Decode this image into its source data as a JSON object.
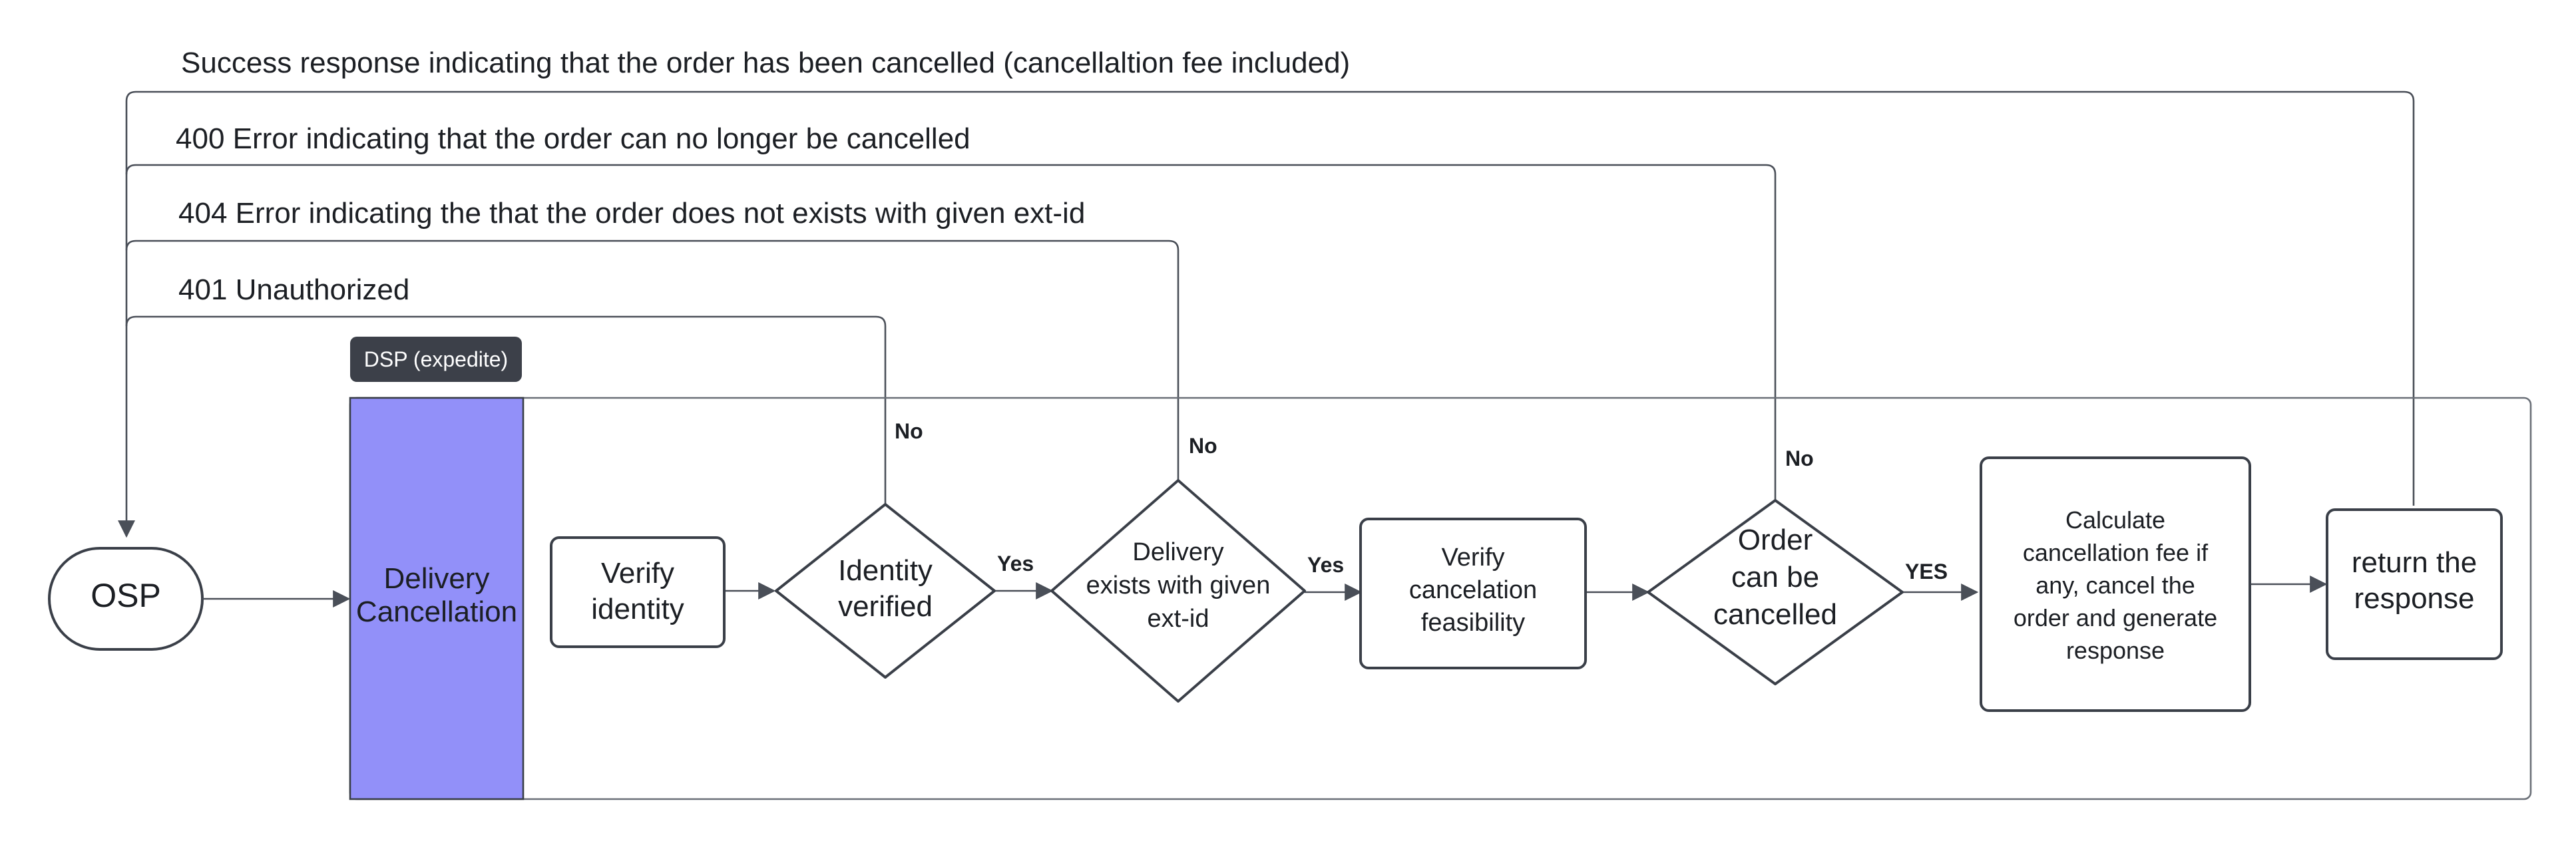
{
  "responses": {
    "success": "Success response indicating that the order has been cancelled (cancellaltion fee included)",
    "error_400": "400 Error indicating that the order can no longer be cancelled",
    "error_404": "404 Error indicating the that the order does not exists with given ext-id",
    "error_401": "401 Unauthorized"
  },
  "swimlane": {
    "tag": "DSP (expedite)",
    "header_line1": "Delivery",
    "header_line2": "Cancellation",
    "header_color": "#9290f9"
  },
  "nodes": {
    "osp": "OSP",
    "verify_identity": [
      "Verify",
      "identity"
    ],
    "identity_verified": [
      "Identity",
      "verified"
    ],
    "delivery_exists": [
      "Delivery",
      "exists with given",
      "ext-id"
    ],
    "verify_feasibility": [
      "Verify",
      "cancelation",
      "feasibility"
    ],
    "order_cancellable": [
      "Order",
      "can be",
      "cancelled"
    ],
    "calculate_fee": [
      "Calculate",
      "cancellation fee if",
      "any, cancel the",
      "order and generate",
      "response"
    ],
    "return_response": [
      "return the",
      "response"
    ]
  },
  "edge_labels": {
    "identity_yes": "Yes",
    "identity_no": "No",
    "exists_yes": "Yes",
    "exists_no": "No",
    "cancel_yes": "YES",
    "cancel_no": "No"
  }
}
